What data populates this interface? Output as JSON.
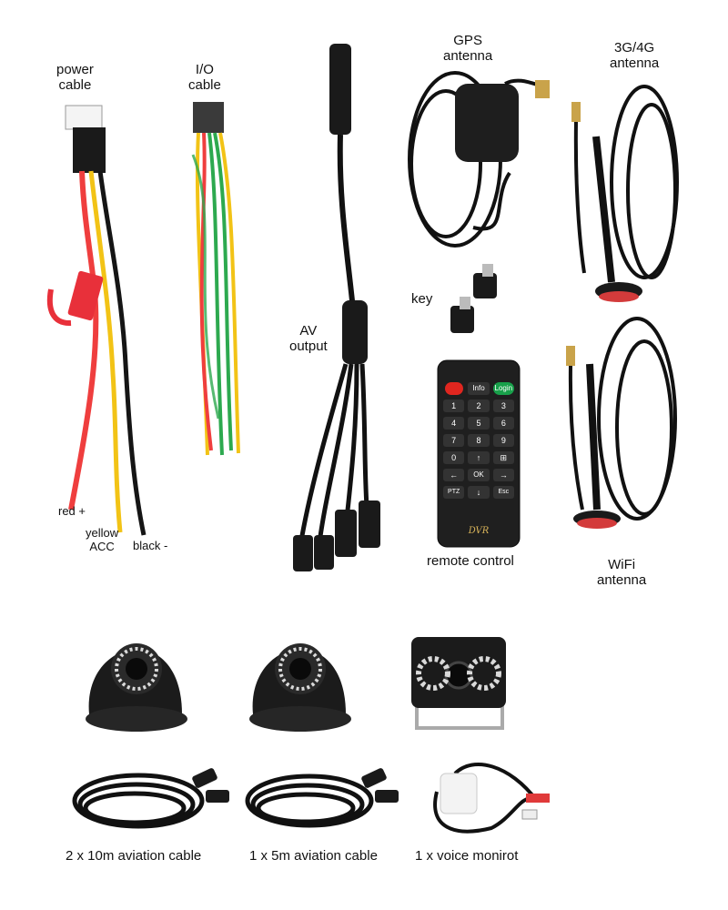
{
  "labels": {
    "power_cable": [
      "power",
      "cable"
    ],
    "io_cable": [
      "I/O",
      "cable"
    ],
    "gps_antenna": [
      "GPS",
      "antenna"
    ],
    "antenna_3g4g": [
      "3G/4G",
      "antenna"
    ],
    "key": "key",
    "av_output": [
      "AV",
      "output"
    ],
    "wire_red": "red +",
    "wire_yellow": [
      "yellow",
      "ACC"
    ],
    "wire_black": "black -",
    "remote_control": "remote control",
    "wifi_antenna": [
      "WiFi",
      "antenna"
    ],
    "cable_10m": "2 x 10m aviation cable",
    "cable_5m": "1 x 5m aviation cable",
    "voice_monitor": "1 x voice monirot"
  },
  "remote": {
    "brand": "DVR",
    "keys": [
      "Info",
      "Login",
      "1",
      "2",
      "3",
      "4",
      "5",
      "6",
      "7",
      "8",
      "9",
      "0",
      "↑",
      "⊞",
      "←",
      "OK",
      "→",
      "PTZ",
      "↓",
      "Esc"
    ]
  },
  "colors": {
    "cable": "#111111",
    "wire_red": "#ef3e3e",
    "wire_yellow": "#f2c316",
    "wire_green": "#2da94f",
    "fuse": "#e8303a",
    "camera_body": "#1b1b1b",
    "ir_led": "#d9d9d9"
  }
}
